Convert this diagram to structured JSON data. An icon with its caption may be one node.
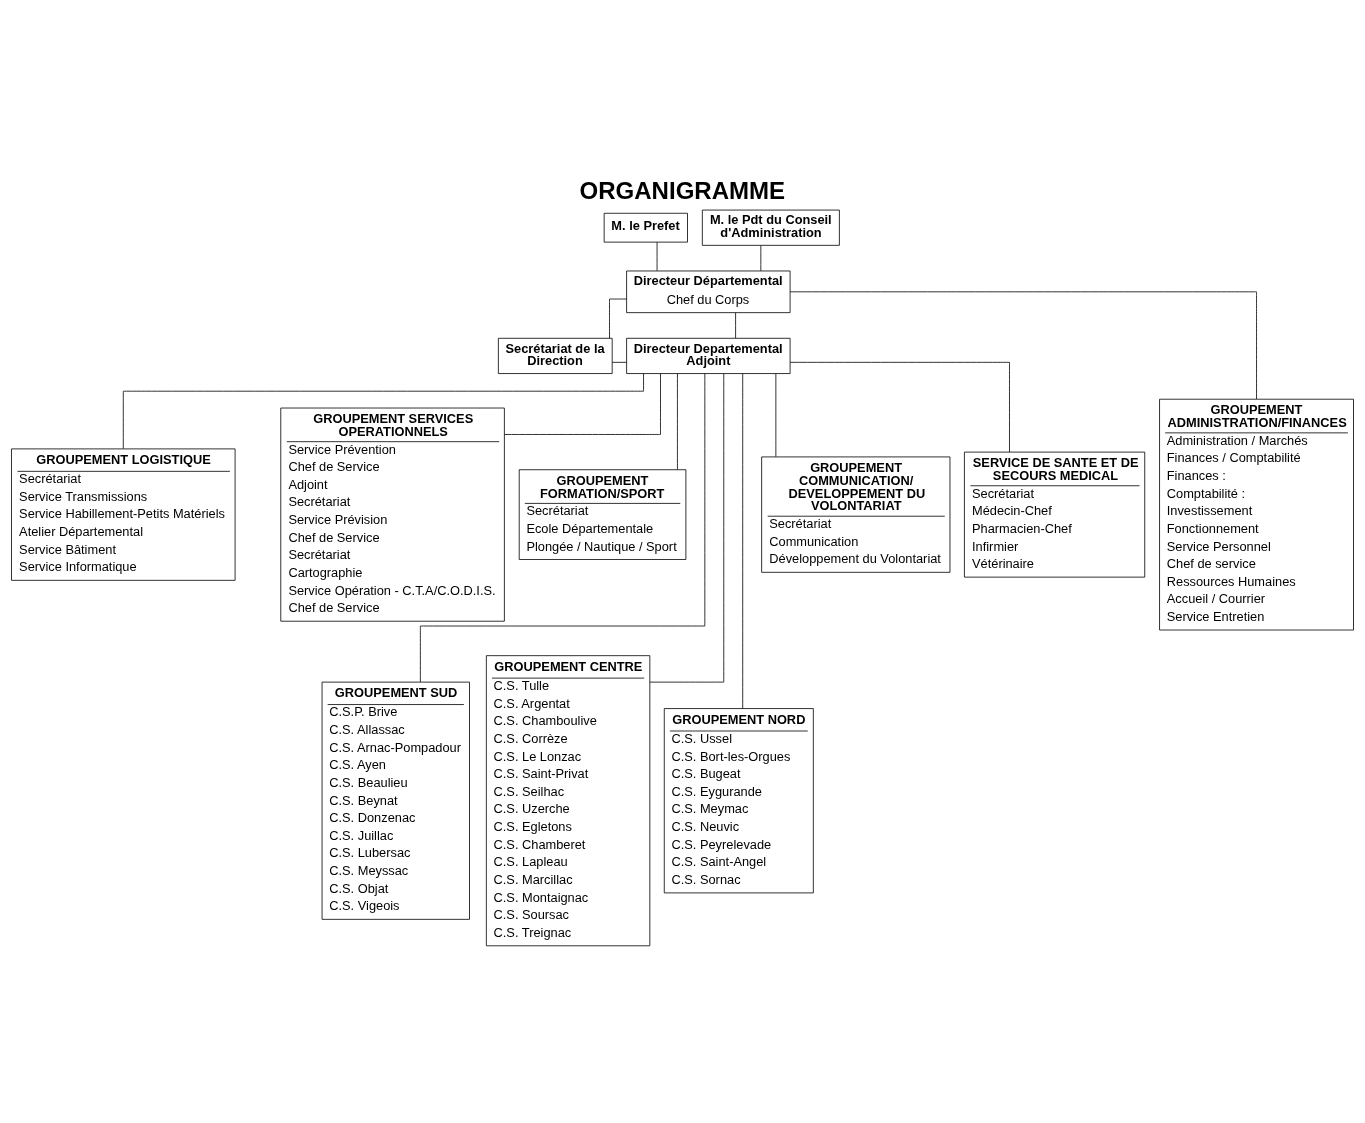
{
  "diagram": {
    "title": "ORGANIGRAMME",
    "nodes": [
      {
        "text": [
          "M. le Prefet"
        ]
      },
      {
        "text": [
          "M. le Pdt du Conseil d'Administration"
        ]
      },
      {
        "text": [
          "Directeur Départemental",
          "Chef du Corps"
        ]
      },
      {
        "text": [
          "Secrétariat de la Direction"
        ]
      },
      {
        "text": [
          "Directeur Departemental Adjoint"
        ]
      },
      {
        "text": [
          "GROUPEMENT LOGISTIQUE",
          "Secrétariat",
          "Service Transmissions",
          "Service Habillement-Petits Matériels",
          "Atelier Départemental",
          "Service Bâtiment",
          "Service Informatique"
        ]
      },
      {
        "text": [
          "GROUPEMENT FORMATION/SPORT",
          "Secrétariat",
          "Ecole Départementale",
          "Plongée / Nautique / Sport"
        ]
      },
      {
        "text": [
          "SERVICE DE SANTE ET DE SECOURS MEDICAL",
          "Secrétariat",
          "Médecin-Chef",
          "Pharmacien-Chef",
          "Infirmier",
          "Vétérinaire"
        ]
      },
      {
        "text": [
          "GROUPEMENT SERVICES OPERATIONNELS",
          "Service Prévention",
          "Chef de Service",
          "Adjoint",
          "Secrétariat",
          "Service Prévision",
          "Chef de Service",
          "Secrétariat",
          "Cartographie",
          "Service Opération - C.T.A/C.O.D.I.S.",
          "Chef de Service"
        ]
      },
      {
        "text": [
          "GROUPEMENT COMMUNICATION/ DEVELOPPEMENT DU VOLONTARIAT",
          "Secrétariat",
          "Communication",
          "Développement du Volontariat"
        ]
      },
      {
        "text": [
          "GROUPEMENT ADMINISTRATION/FINANCES",
          "Administration / Marchés",
          "Finances / Comptabilité",
          "Finances :",
          "Comptabilité :",
          "Investissement",
          "Fonctionnement",
          "Service Personnel",
          "Chef de service",
          "Ressources Humaines",
          "Accueil / Courrier",
          "Service Entretien"
        ]
      },
      {
        "text": [
          "GROUPEMENT SUD",
          "C.S.P. Brive",
          "C.S. Allassac",
          "C.S. Arnac-Pompadour",
          "C.S. Ayen",
          "C.S. Beaulieu",
          "C.S. Beynat",
          "C.S. Donzenac",
          "C.S. Juillac",
          "C.S. Lubersac",
          "C.S. Meyssac",
          "C.S. Objat",
          "C.S. Vigeois"
        ]
      },
      {
        "text": [
          "GROUPEMENT CENTRE",
          "C.S. Tulle",
          "C.S. Argentat",
          "C.S. Chamboulive",
          "C.S. Corrèze",
          "C.S. Le Lonzac",
          "C.S. Saint-Privat",
          "C.S. Seilhac",
          "C.S. Uzerche",
          "C.S. Egletons",
          "C.S. Chamberet",
          "C.S. Lapleau",
          "C.S. Marcillac",
          "C.S. Montaignac",
          "C.S. Soursac",
          "C.S. Treignac"
        ]
      },
      {
        "text": [
          "GROUPEMENT NORD",
          "C.S. Ussel",
          "C.S. Bort-les-Orgues",
          "C.S. Bugeat",
          "C.S. Eygurande",
          "C.S. Meymac",
          "C.S. Neuvic",
          "C.S. Peyrelevade",
          "C.S. Saint-Angel",
          "C.S. Sornac"
        ]
      }
    ],
    "edges": [
      {
        "from": 0,
        "to": 2,
        "arrow": "none"
      },
      {
        "from": 1,
        "to": 2,
        "arrow": "none"
      },
      {
        "from": 2,
        "to": 3,
        "arrow": "none"
      },
      {
        "from": 3,
        "to": 4,
        "arrow": "none"
      },
      {
        "from": 2,
        "to": 4,
        "arrow": "none"
      },
      {
        "from": 2,
        "to": 10,
        "arrow": "none"
      },
      {
        "from": 4,
        "to": 5,
        "arrow": "none"
      },
      {
        "from": 4,
        "to": 6,
        "arrow": "none"
      },
      {
        "from": 4,
        "to": 7,
        "arrow": "none"
      },
      {
        "from": 4,
        "to": 8,
        "arrow": "none"
      },
      {
        "from": 4,
        "to": 9,
        "arrow": "none"
      },
      {
        "from": 4,
        "to": 11,
        "arrow": "none"
      },
      {
        "from": 4,
        "to": 12,
        "arrow": "none"
      },
      {
        "from": 4,
        "to": 13,
        "arrow": "none"
      }
    ]
  }
}
